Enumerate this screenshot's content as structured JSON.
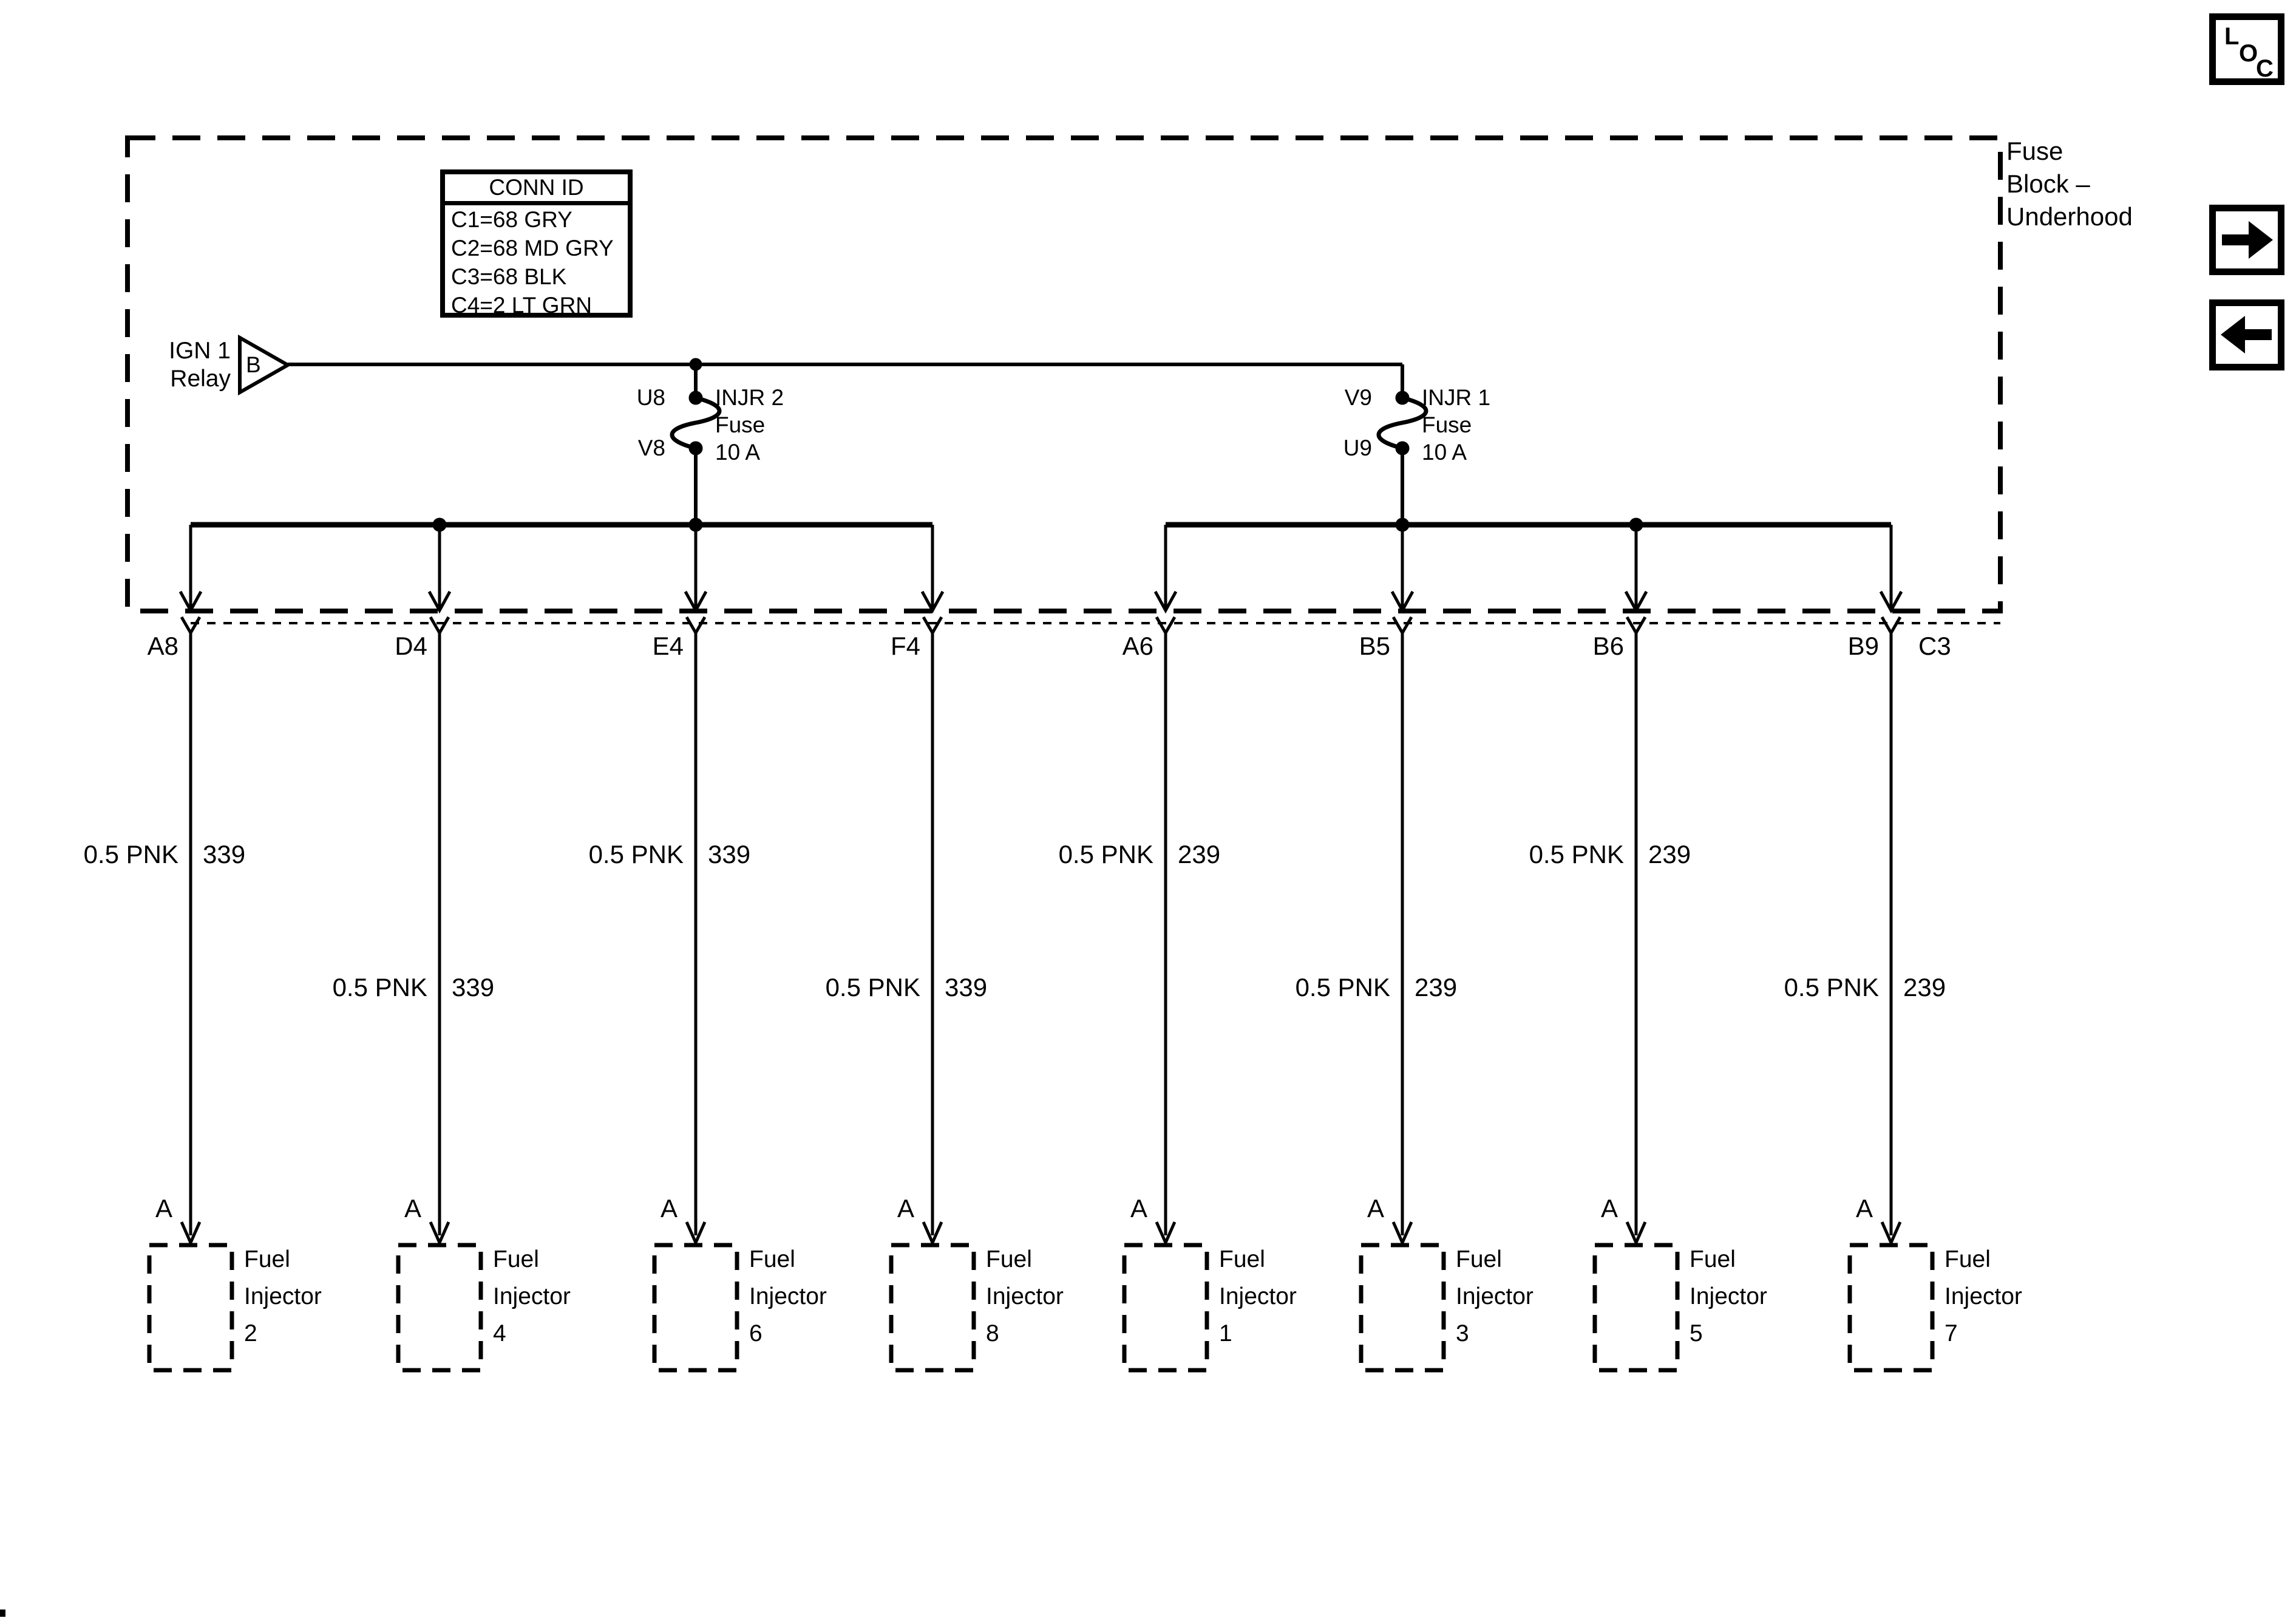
{
  "page": {
    "block_title_lines": [
      "Fuse",
      "Block –",
      "Underhood"
    ]
  },
  "loc_button": {
    "letters": [
      "L",
      "O",
      "C"
    ]
  },
  "conn_id_table": {
    "header": "CONN ID",
    "rows": [
      "C1=68 GRY",
      "C2=68 MD GRY",
      "C3=68 BLK",
      "C4=2 LT GRN"
    ]
  },
  "relay": {
    "name_line1": "IGN 1",
    "name_line2": "Relay",
    "pin": "B"
  },
  "fuses": [
    {
      "top_pin": "U8",
      "bottom_pin": "V8",
      "name": "INJR 2",
      "type": "Fuse",
      "rating": "10 A"
    },
    {
      "top_pin": "V9",
      "bottom_pin": "U9",
      "name": "INJR 1",
      "type": "Fuse",
      "rating": "10 A"
    }
  ],
  "connector": {
    "id_label": "C3",
    "pins": [
      "A8",
      "D4",
      "E4",
      "F4",
      "A6",
      "B5",
      "B6",
      "B9"
    ]
  },
  "wires": [
    {
      "pin": "A8",
      "color": "0.5 PNK",
      "circuit": "339",
      "inj_pin": "A",
      "injector_lines": [
        "Fuel",
        "Injector",
        "2"
      ]
    },
    {
      "pin": "D4",
      "color": "0.5 PNK",
      "circuit": "339",
      "inj_pin": "A",
      "injector_lines": [
        "Fuel",
        "Injector",
        "4"
      ]
    },
    {
      "pin": "E4",
      "color": "0.5 PNK",
      "circuit": "339",
      "inj_pin": "A",
      "injector_lines": [
        "Fuel",
        "Injector",
        "6"
      ]
    },
    {
      "pin": "F4",
      "color": "0.5 PNK",
      "circuit": "339",
      "inj_pin": "A",
      "injector_lines": [
        "Fuel",
        "Injector",
        "8"
      ]
    },
    {
      "pin": "A6",
      "color": "0.5 PNK",
      "circuit": "239",
      "inj_pin": "A",
      "injector_lines": [
        "Fuel",
        "Injector",
        "1"
      ]
    },
    {
      "pin": "B5",
      "color": "0.5 PNK",
      "circuit": "239",
      "inj_pin": "A",
      "injector_lines": [
        "Fuel",
        "Injector",
        "3"
      ]
    },
    {
      "pin": "B6",
      "color": "0.5 PNK",
      "circuit": "239",
      "inj_pin": "A",
      "injector_lines": [
        "Fuel",
        "Injector",
        "5"
      ]
    },
    {
      "pin": "B9",
      "color": "0.5 PNK",
      "circuit": "239",
      "inj_pin": "A",
      "injector_lines": [
        "Fuel",
        "Injector",
        "7"
      ]
    }
  ],
  "colors": {
    "line": "#000000",
    "background": "#ffffff"
  }
}
